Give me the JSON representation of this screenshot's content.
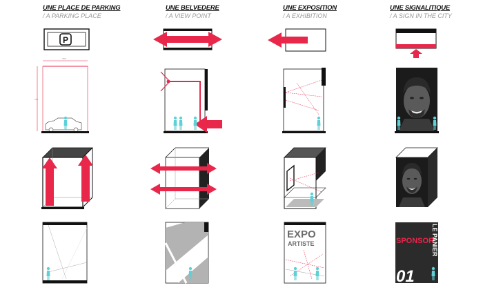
{
  "columns": [
    {
      "title": "UNE PLACE DE PARKING",
      "subtitle": "/ A PARKING PLACE"
    },
    {
      "title": "UNE BELVEDERE",
      "subtitle": "/ A VIEW POINT"
    },
    {
      "title": "UNE EXPOSITION",
      "subtitle": "/ A EXHIBITION"
    },
    {
      "title": "UNE SIGNALITIQUE",
      "subtitle": "/ A SIGN IN THE CITY"
    }
  ],
  "parking_symbol": "P",
  "expo": {
    "line1": "EXPO",
    "line2": "ARTISTE"
  },
  "sign": {
    "sponsor": "SPONSOR",
    "brand": "LE PANIER",
    "number": "01"
  },
  "colors": {
    "accent": "#e8274b",
    "figure": "#5fd0d6",
    "dark": "#111111",
    "grey": "#9a9a9a"
  }
}
